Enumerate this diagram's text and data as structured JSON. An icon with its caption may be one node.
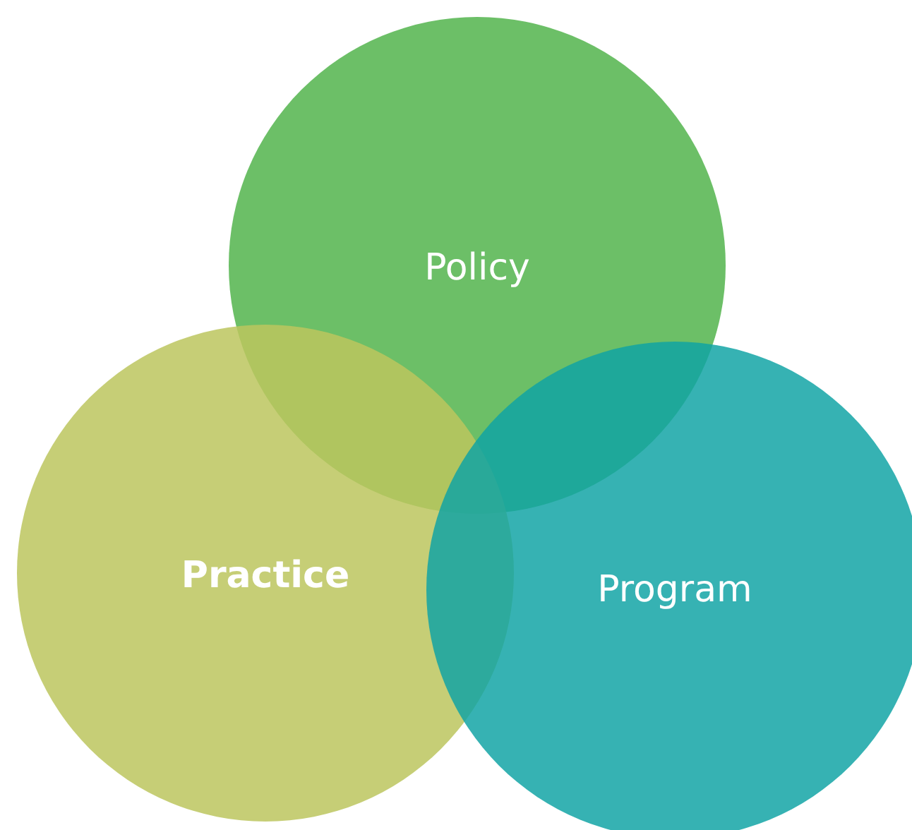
{
  "diagram": {
    "nodes": [
      {
        "text": [
          "Policy"
        ]
      },
      {
        "text": [
          "Practice"
        ]
      },
      {
        "text": [
          "Program"
        ]
      }
    ]
  }
}
